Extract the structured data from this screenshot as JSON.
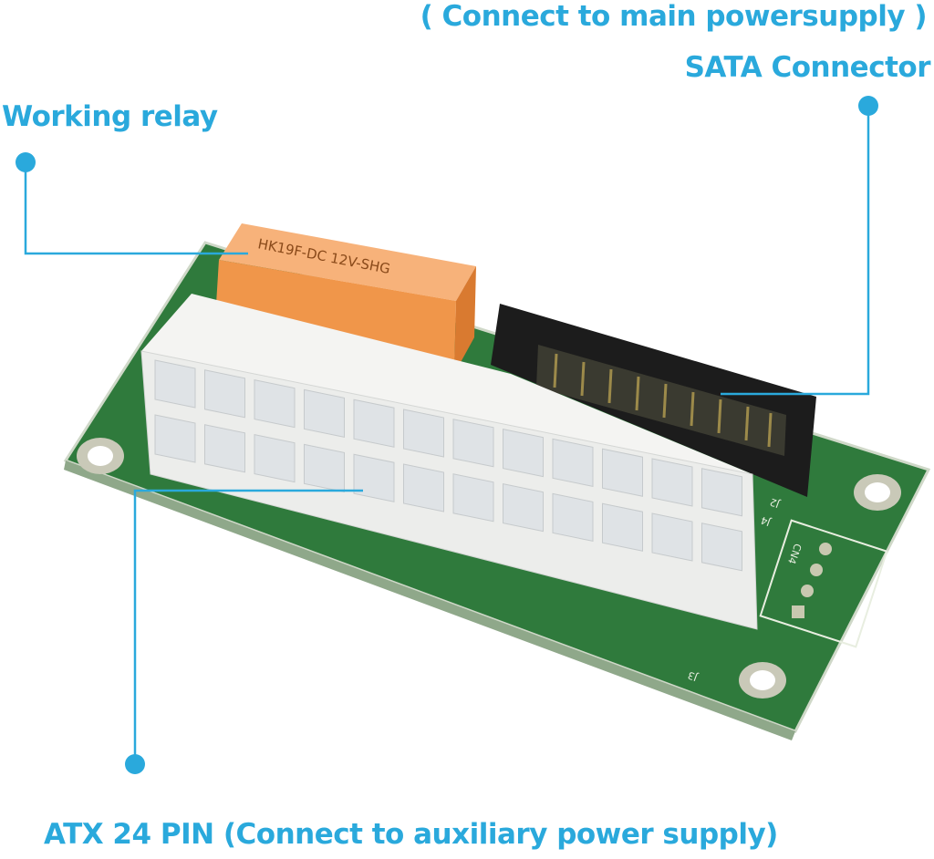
{
  "labels": {
    "sata_note": "( Connect to main powersupply )",
    "sata": "SATA Connector",
    "relay": "Working relay",
    "atx": "ATX 24 PIN (Connect to auxiliary power supply)"
  },
  "pcb_markings": [
    "J2",
    "J4",
    "CN4",
    "J3"
  ],
  "relay_markings": "HK19F-DC 12V-SHG",
  "colors": {
    "accent": "#2aa9dc",
    "pcb": "#2f7a3c",
    "relay": "#f2994a",
    "connector": "#f2f2f0",
    "sata": "#1c1c1c"
  }
}
